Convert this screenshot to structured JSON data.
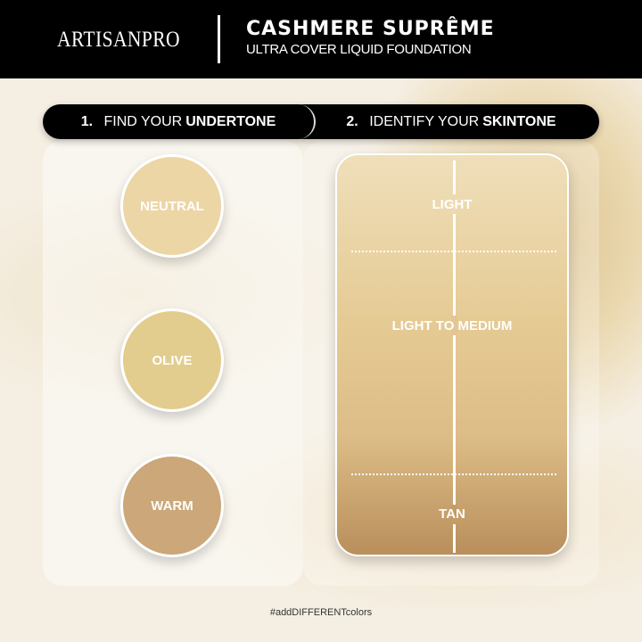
{
  "header": {
    "brand": "ARTISANPRO",
    "title": "CASHMERE SUPRÊME",
    "subtitle": "ULTRA COVER LIQUID FOUNDATION"
  },
  "steps": [
    {
      "number": "1.",
      "prefix": "FIND YOUR",
      "bold": "UNDERTONE"
    },
    {
      "number": "2.",
      "prefix": "IDENTIFY YOUR",
      "bold": "SKINTONE"
    }
  ],
  "undertones": [
    {
      "label": "NEUTRAL",
      "color": "#ecd6a6"
    },
    {
      "label": "OLIVE",
      "color": "#e2cd8e"
    },
    {
      "label": "WARM",
      "color": "#cba779"
    }
  ],
  "skintones": [
    "LIGHT",
    "LIGHT TO MEDIUM",
    "TAN"
  ],
  "footer": {
    "hashtag": "#addDIFFERENTcolors"
  }
}
